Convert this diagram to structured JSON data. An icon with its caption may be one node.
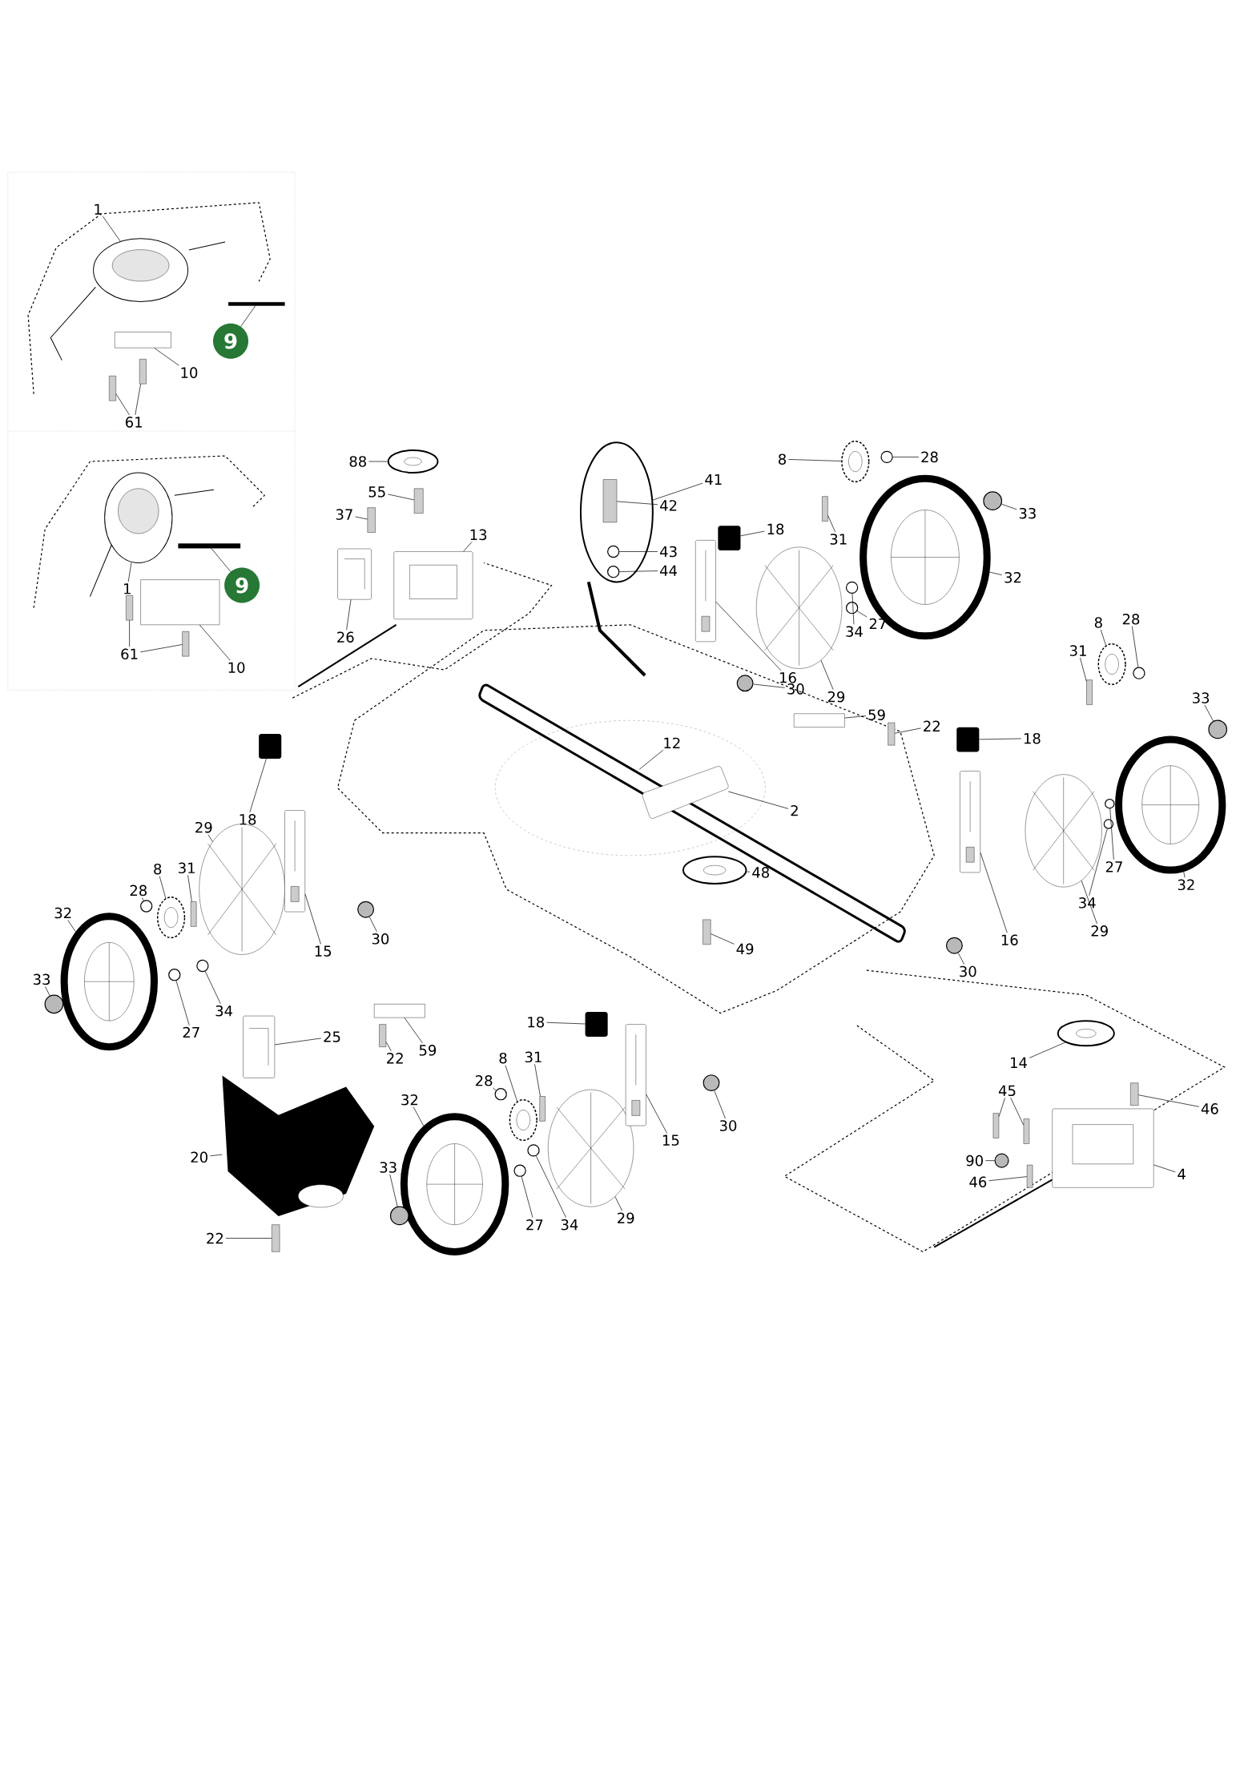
{
  "diagram": {
    "nodes": [
      {
        "text": [
          "1"
        ]
      },
      {
        "text": [
          "9"
        ]
      },
      {
        "text": [
          "10"
        ]
      },
      {
        "text": [
          "61"
        ]
      },
      {
        "text": [
          "1"
        ]
      },
      {
        "text": [
          "9"
        ]
      },
      {
        "text": [
          "61"
        ]
      },
      {
        "text": [
          "10"
        ]
      },
      {
        "text": [
          "88"
        ]
      },
      {
        "text": [
          "55"
        ]
      },
      {
        "text": [
          "37"
        ]
      },
      {
        "text": [
          "13"
        ]
      },
      {
        "text": [
          "26"
        ]
      },
      {
        "text": [
          "41"
        ]
      },
      {
        "text": [
          "42"
        ]
      },
      {
        "text": [
          "43"
        ]
      },
      {
        "text": [
          "44"
        ]
      },
      {
        "text": [
          "18"
        ]
      },
      {
        "text": [
          "8"
        ]
      },
      {
        "text": [
          "28"
        ]
      },
      {
        "text": [
          "31"
        ]
      },
      {
        "text": [
          "33"
        ]
      },
      {
        "text": [
          "32"
        ]
      },
      {
        "text": [
          "27"
        ]
      },
      {
        "text": [
          "34"
        ]
      },
      {
        "text": [
          "16"
        ]
      },
      {
        "text": [
          "29"
        ]
      },
      {
        "text": [
          "30"
        ]
      },
      {
        "text": [
          "59"
        ]
      },
      {
        "text": [
          "22"
        ]
      },
      {
        "text": [
          "12"
        ]
      },
      {
        "text": [
          "2"
        ]
      },
      {
        "text": [
          "48"
        ]
      },
      {
        "text": [
          "49"
        ]
      },
      {
        "text": [
          "8"
        ]
      },
      {
        "text": [
          "28"
        ]
      },
      {
        "text": [
          "31"
        ]
      },
      {
        "text": [
          "33"
        ]
      },
      {
        "text": [
          "18"
        ]
      },
      {
        "text": [
          "34"
        ]
      },
      {
        "text": [
          "27"
        ]
      },
      {
        "text": [
          "32"
        ]
      },
      {
        "text": [
          "29"
        ]
      },
      {
        "text": [
          "16"
        ]
      },
      {
        "text": [
          "30"
        ]
      },
      {
        "text": [
          "18"
        ]
      },
      {
        "text": [
          "29"
        ]
      },
      {
        "text": [
          "8"
        ]
      },
      {
        "text": [
          "31"
        ]
      },
      {
        "text": [
          "28"
        ]
      },
      {
        "text": [
          "32"
        ]
      },
      {
        "text": [
          "15"
        ]
      },
      {
        "text": [
          "30"
        ]
      },
      {
        "text": [
          "34"
        ]
      },
      {
        "text": [
          "27"
        ]
      },
      {
        "text": [
          "33"
        ]
      },
      {
        "text": [
          "25"
        ]
      },
      {
        "text": [
          "22"
        ]
      },
      {
        "text": [
          "59"
        ]
      },
      {
        "text": [
          "20"
        ]
      },
      {
        "text": [
          "22"
        ]
      },
      {
        "text": [
          "18"
        ]
      },
      {
        "text": [
          "8"
        ]
      },
      {
        "text": [
          "31"
        ]
      },
      {
        "text": [
          "28"
        ]
      },
      {
        "text": [
          "32"
        ]
      },
      {
        "text": [
          "33"
        ]
      },
      {
        "text": [
          "27"
        ]
      },
      {
        "text": [
          "34"
        ]
      },
      {
        "text": [
          "29"
        ]
      },
      {
        "text": [
          "15"
        ]
      },
      {
        "text": [
          "30"
        ]
      },
      {
        "text": [
          "14"
        ]
      },
      {
        "text": [
          "45"
        ]
      },
      {
        "text": [
          "46"
        ]
      },
      {
        "text": [
          "90"
        ]
      },
      {
        "text": [
          "46"
        ]
      },
      {
        "text": [
          "4"
        ]
      },
      {
        "text": [],
        "shape": "picture"
      },
      {
        "text": [],
        "shape": "bar"
      },
      {
        "text": [],
        "shape": "box"
      },
      {
        "text": [],
        "shape": "bar"
      },
      {
        "text": [],
        "shape": "bar"
      },
      {
        "text": [],
        "shape": "picture"
      },
      {
        "text": [],
        "shape": "bar"
      },
      {
        "text": [],
        "shape": "bar"
      },
      {
        "text": [],
        "shape": "bar"
      },
      {
        "text": [],
        "shape": "box"
      },
      {
        "text": [],
        "shape": "picture"
      },
      {
        "text": [],
        "shape": "bar"
      },
      {
        "text": [],
        "shape": "bar"
      },
      {
        "text": [],
        "shape": "picture"
      },
      {
        "text": [],
        "shape": "picture"
      },
      {
        "text": [],
        "shape": "picture"
      },
      {
        "text": [],
        "shape": "bar",
        "in": 93
      },
      {
        "text": [],
        "shape": "circle",
        "in": 93
      },
      {
        "text": [],
        "shape": "circle",
        "in": 93
      },
      {
        "text": [],
        "shape": "box"
      },
      {
        "text": [],
        "shape": "picture"
      },
      {
        "text": [],
        "shape": "circle"
      },
      {
        "text": [],
        "shape": "bar"
      },
      {
        "text": [],
        "shape": "circle"
      },
      {
        "text": [],
        "shape": "picture"
      },
      {
        "text": [],
        "shape": "circle"
      },
      {
        "text": [],
        "shape": "circle"
      },
      {
        "text": [],
        "shape": "picture"
      },
      {
        "text": [],
        "shape": "picture"
      },
      {
        "text": [],
        "shape": "circle"
      },
      {
        "text": [],
        "shape": "box"
      },
      {
        "text": [],
        "shape": "bar"
      },
      {
        "text": [],
        "shape": "picture"
      },
      {
        "text": [],
        "shape": "picture"
      },
      {
        "text": [],
        "shape": "picture"
      },
      {
        "text": [],
        "shape": "bar"
      },
      {
        "text": [],
        "shape": "picture"
      },
      {
        "text": [],
        "shape": "circle"
      },
      {
        "text": [],
        "shape": "bar"
      },
      {
        "text": [],
        "shape": "circle"
      },
      {
        "text": [],
        "shape": "box"
      },
      {
        "text": [],
        "shape": "circle"
      },
      {
        "text": [],
        "shape": "circle"
      },
      {
        "text": [],
        "shape": "picture"
      },
      {
        "text": [],
        "shape": "picture"
      },
      {
        "text": [],
        "shape": "picture"
      },
      {
        "text": [],
        "shape": "circle"
      },
      {
        "text": [],
        "shape": "box"
      },
      {
        "text": [],
        "shape": "picture"
      },
      {
        "text": [],
        "shape": "picture"
      },
      {
        "text": [],
        "shape": "bar"
      },
      {
        "text": [],
        "shape": "circle"
      },
      {
        "text": [],
        "shape": "picture"
      },
      {
        "text": [],
        "shape": "picture"
      },
      {
        "text": [],
        "shape": "circle"
      },
      {
        "text": [],
        "shape": "circle"
      },
      {
        "text": [],
        "shape": "circle"
      },
      {
        "text": [],
        "shape": "circle"
      },
      {
        "text": [],
        "shape": "picture"
      },
      {
        "text": [],
        "shape": "bar"
      },
      {
        "text": [],
        "shape": "box"
      },
      {
        "text": [],
        "shape": "picture"
      },
      {
        "text": [],
        "shape": "bar"
      },
      {
        "text": [],
        "shape": "box"
      },
      {
        "text": [],
        "shape": "picture"
      },
      {
        "text": [],
        "shape": "bar"
      },
      {
        "text": [],
        "shape": "circle"
      },
      {
        "text": [],
        "shape": "picture"
      },
      {
        "text": [],
        "shape": "circle"
      },
      {
        "text": [],
        "shape": "circle"
      },
      {
        "text": [],
        "shape": "circle"
      },
      {
        "text": [],
        "shape": "picture"
      },
      {
        "text": [],
        "shape": "picture"
      },
      {
        "text": [],
        "shape": "circle"
      },
      {
        "text": [],
        "shape": "picture"
      },
      {
        "text": [],
        "shape": "bar"
      },
      {
        "text": [],
        "shape": "bar"
      },
      {
        "text": [],
        "shape": "bar"
      },
      {
        "text": [],
        "shape": "circle"
      },
      {
        "text": [],
        "shape": "bar"
      },
      {
        "text": [],
        "shape": "picture"
      }
    ],
    "edges": [
      {
        "from": 0,
        "to": 78,
        "arrow": "none"
      },
      {
        "from": 1,
        "to": 79,
        "arrow": "none"
      },
      {
        "from": 2,
        "to": 80,
        "arrow": "none"
      },
      {
        "from": 3,
        "to": 81,
        "arrow": "none"
      },
      {
        "from": 3,
        "to": 82,
        "arrow": "none"
      },
      {
        "from": 4,
        "to": 83,
        "arrow": "none"
      },
      {
        "from": 5,
        "to": 84,
        "arrow": "none"
      },
      {
        "from": 6,
        "to": 85,
        "arrow": "none"
      },
      {
        "from": 6,
        "to": 86,
        "arrow": "none"
      },
      {
        "from": 7,
        "to": 87,
        "arrow": "none"
      },
      {
        "from": 8,
        "to": 88,
        "arrow": "none"
      },
      {
        "from": 9,
        "to": 89,
        "arrow": "none"
      },
      {
        "from": 10,
        "to": 90,
        "arrow": "none"
      },
      {
        "from": 11,
        "to": 91,
        "arrow": "none"
      },
      {
        "from": 12,
        "to": 92,
        "arrow": "none"
      },
      {
        "from": 13,
        "to": 93,
        "arrow": "none"
      },
      {
        "from": 14,
        "to": 94,
        "arrow": "none"
      },
      {
        "from": 15,
        "to": 95,
        "arrow": "none"
      },
      {
        "from": 16,
        "to": 96,
        "arrow": "none"
      },
      {
        "from": 17,
        "to": 97,
        "arrow": "none"
      },
      {
        "from": 18,
        "to": 98,
        "arrow": "none"
      },
      {
        "from": 19,
        "to": 99,
        "arrow": "none"
      },
      {
        "from": 20,
        "to": 100,
        "arrow": "none"
      },
      {
        "from": 21,
        "to": 101,
        "arrow": "none"
      },
      {
        "from": 22,
        "to": 102,
        "arrow": "none"
      },
      {
        "from": 23,
        "to": 103,
        "arrow": "none"
      },
      {
        "from": 24,
        "to": 104,
        "arrow": "none"
      },
      {
        "from": 25,
        "to": 105,
        "arrow": "none"
      },
      {
        "from": 26,
        "to": 106,
        "arrow": "none"
      },
      {
        "from": 27,
        "to": 107,
        "arrow": "none"
      },
      {
        "from": 28,
        "to": 108,
        "arrow": "none"
      },
      {
        "from": 29,
        "to": 109,
        "arrow": "none"
      },
      {
        "from": 30,
        "to": 110,
        "arrow": "none"
      },
      {
        "from": 31,
        "to": 111,
        "arrow": "none"
      },
      {
        "from": 32,
        "to": 112,
        "arrow": "none"
      },
      {
        "from": 33,
        "to": 113,
        "arrow": "none"
      },
      {
        "from": 34,
        "to": 114,
        "arrow": "none"
      },
      {
        "from": 35,
        "to": 115,
        "arrow": "none"
      },
      {
        "from": 36,
        "to": 116,
        "arrow": "none"
      },
      {
        "from": 37,
        "to": 117,
        "arrow": "none"
      },
      {
        "from": 38,
        "to": 118,
        "arrow": "none"
      },
      {
        "from": 39,
        "to": 119,
        "arrow": "none"
      },
      {
        "from": 40,
        "to": 120,
        "arrow": "none"
      },
      {
        "from": 41,
        "to": 121,
        "arrow": "none"
      },
      {
        "from": 42,
        "to": 122,
        "arrow": "none"
      },
      {
        "from": 43,
        "to": 123,
        "arrow": "none"
      },
      {
        "from": 44,
        "to": 124,
        "arrow": "none"
      },
      {
        "from": 45,
        "to": 125,
        "arrow": "none"
      },
      {
        "from": 46,
        "to": 126,
        "arrow": "none"
      },
      {
        "from": 47,
        "to": 127,
        "arrow": "none"
      },
      {
        "from": 48,
        "to": 128,
        "arrow": "none"
      },
      {
        "from": 49,
        "to": 129,
        "arrow": "none"
      },
      {
        "from": 50,
        "to": 130,
        "arrow": "none"
      },
      {
        "from": 51,
        "to": 131,
        "arrow": "none"
      },
      {
        "from": 52,
        "to": 132,
        "arrow": "none"
      },
      {
        "from": 53,
        "to": 133,
        "arrow": "none"
      },
      {
        "from": 54,
        "to": 134,
        "arrow": "none"
      },
      {
        "from": 55,
        "to": 135,
        "arrow": "none"
      },
      {
        "from": 56,
        "to": 136,
        "arrow": "none"
      },
      {
        "from": 57,
        "to": 137,
        "arrow": "none"
      },
      {
        "from": 58,
        "to": 138,
        "arrow": "none"
      },
      {
        "from": 59,
        "to": 139,
        "arrow": "none"
      },
      {
        "from": 60,
        "to": 140,
        "arrow": "none"
      },
      {
        "from": 61,
        "to": 141,
        "arrow": "none"
      },
      {
        "from": 62,
        "to": 142,
        "arrow": "none"
      },
      {
        "from": 63,
        "to": 143,
        "arrow": "none"
      },
      {
        "from": 64,
        "to": 144,
        "arrow": "none"
      },
      {
        "from": 65,
        "to": 145,
        "arrow": "none"
      },
      {
        "from": 66,
        "to": 146,
        "arrow": "none"
      },
      {
        "from": 67,
        "to": 147,
        "arrow": "none"
      },
      {
        "from": 68,
        "to": 148,
        "arrow": "none"
      },
      {
        "from": 69,
        "to": 149,
        "arrow": "none"
      },
      {
        "from": 70,
        "to": 150,
        "arrow": "none"
      },
      {
        "from": 71,
        "to": 151,
        "arrow": "none"
      },
      {
        "from": 72,
        "to": 152,
        "arrow": "none"
      },
      {
        "from": 73,
        "to": 153,
        "arrow": "none"
      },
      {
        "from": 73,
        "to": 154,
        "arrow": "none"
      },
      {
        "from": 74,
        "to": 155,
        "arrow": "none"
      },
      {
        "from": 75,
        "to": 156,
        "arrow": "none"
      },
      {
        "from": 76,
        "to": 157,
        "arrow": "none"
      },
      {
        "from": 77,
        "to": 158,
        "arrow": "none"
      }
    ]
  }
}
